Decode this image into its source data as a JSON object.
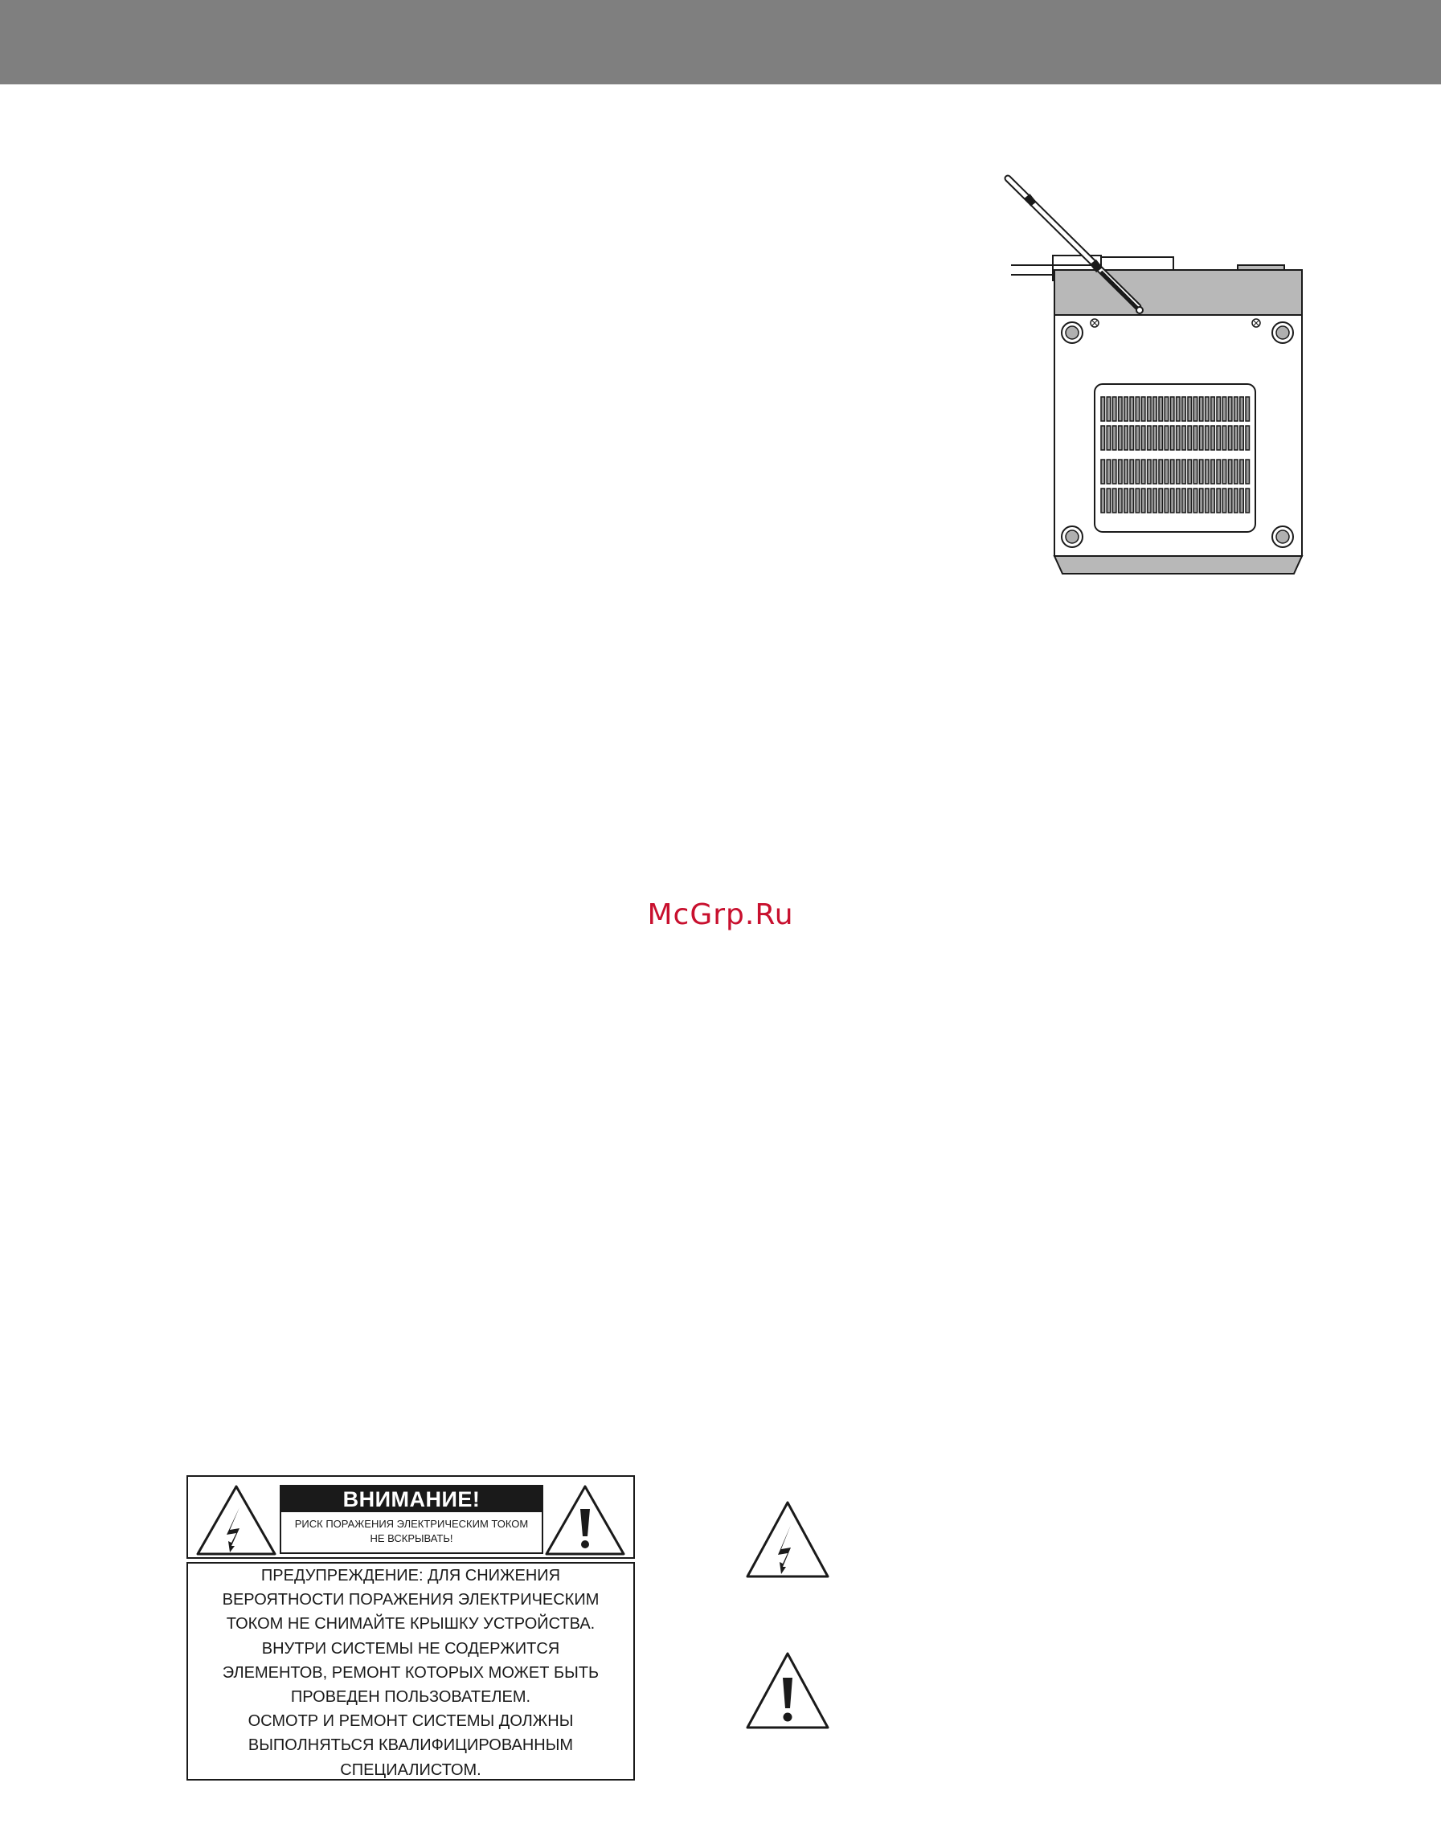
{
  "watermark": "McGrp.Ru",
  "caution_label": {
    "heading": "ВНИМАНИЕ!",
    "subtext_lines": [
      "РИСК ПОРАЖЕНИЯ ЭЛЕКТРИЧЕСКИМ ТОКОМ",
      "НЕ ВСКРЫВАТЬ!"
    ],
    "warning_lines": [
      "ПРЕДУПРЕЖДЕНИЕ: ДЛЯ СНИЖЕНИЯ",
      "ВЕРОЯТНОСТИ ПОРАЖЕНИЯ ЭЛЕКТРИЧЕСКИМ",
      "ТОКОМ НЕ СНИМАЙТЕ КРЫШКУ УСТРОЙСТВА.",
      "ВНУТРИ СИСТЕМЫ НЕ СОДЕРЖИТСЯ",
      "ЭЛЕМЕНТОВ, РЕМОНТ КОТОРЫХ МОЖЕТ БЫТЬ",
      "ПРОВЕДЕН ПОЛЬЗОВАТЕЛЕМ.",
      "ОСМОТР И РЕМОНТ СИСТЕМЫ ДОЛЖНЫ",
      "ВЫПОЛНЯТЬСЯ КВАЛИФИЦИРОВАННЫМ",
      "СПЕЦИАЛИСТОМ."
    ]
  },
  "colors": {
    "header_bar": "#7f7f7f",
    "watermark": "#c8102e",
    "ink": "#1a1a1a"
  },
  "icons": [
    "lightning-bolt-triangle-icon",
    "exclamation-triangle-icon"
  ]
}
